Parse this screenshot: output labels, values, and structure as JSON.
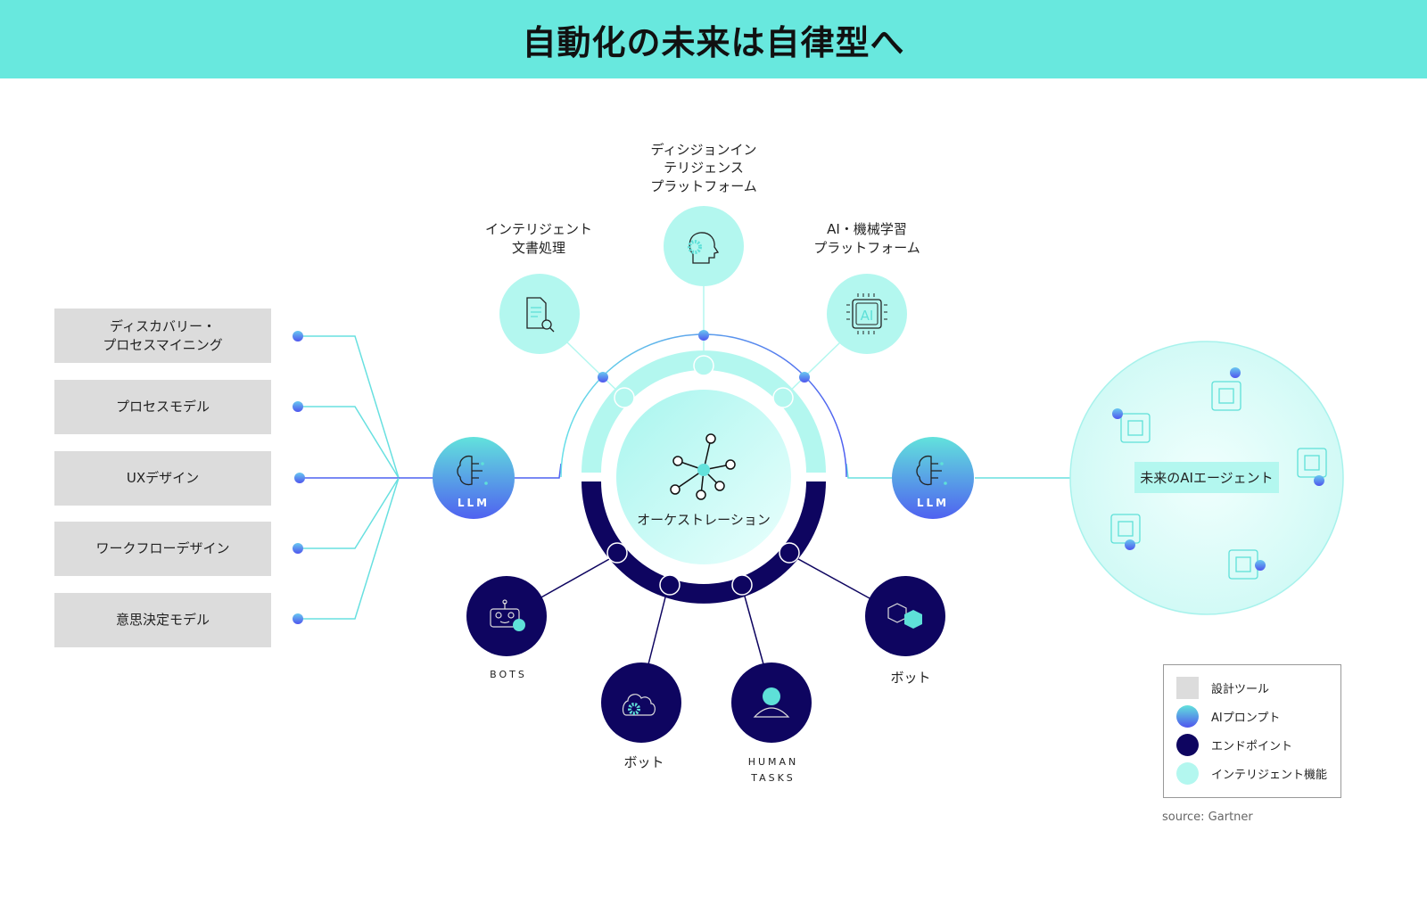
{
  "title": "自動化の未来は自律型へ",
  "design_tools": [
    "ディスカバリー・\nプロセスマイニング",
    "プロセスモデル",
    "UXデザイン",
    "ワークフローデザイン",
    "意思決定モデル"
  ],
  "intelligence_nodes": {
    "document": [
      "インテリジェント",
      "文書処理"
    ],
    "decision": [
      "ディシジョンイン",
      "テリジェンス",
      "プラットフォーム"
    ],
    "ml": [
      "AI・機械学習",
      "プラットフォーム"
    ]
  },
  "llm_label": "LLM",
  "orchestration_label": "オーケストレーション",
  "endpoints": {
    "bots": "BOTS",
    "cloud_bot": "ボット",
    "human_tasks": [
      "HUMAN",
      "TASKS"
    ],
    "hex_bot": "ボット"
  },
  "future_agent_label": "未来のAIエージェント",
  "legend": [
    {
      "label": "設計ツール",
      "color": "#dcdcdc"
    },
    {
      "label": "AIプロンプト",
      "color": "#4f7cf0"
    },
    {
      "label": "エンドポイント",
      "color": "#0e0560"
    },
    {
      "label": "インテリジェント機能",
      "color": "#b3f7ef"
    }
  ],
  "source": "source: Gartner",
  "colors": {
    "header": "#68e8de",
    "light": "#b3f7ef",
    "dark": "#0e0560",
    "blue": "#4f6ff0",
    "teal": "#68e8de"
  }
}
